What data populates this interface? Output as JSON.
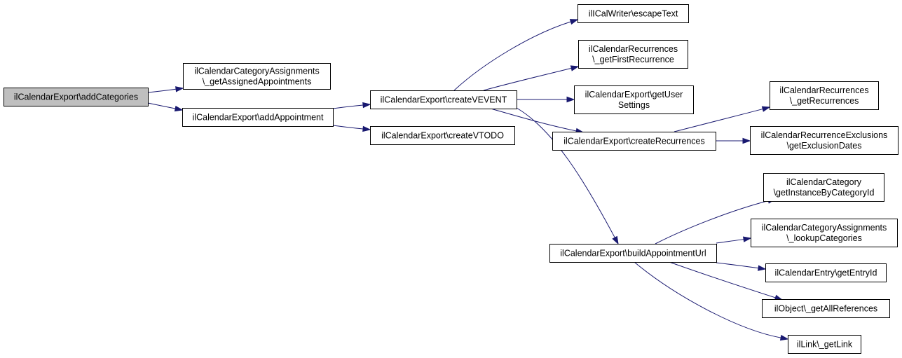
{
  "colors": {
    "edge": "#191970",
    "node_fill": "#ffffff",
    "root_fill": "#bfbfbf",
    "node_border": "#000000"
  },
  "nodes": [
    {
      "id": "n0",
      "lines": [
        "ilCalendarExport\\addCategories"
      ],
      "root": true
    },
    {
      "id": "n1",
      "lines": [
        "ilCalendarCategoryAssignments",
        "\\_getAssignedAppointments"
      ]
    },
    {
      "id": "n2",
      "lines": [
        "ilCalendarExport\\addAppointment"
      ]
    },
    {
      "id": "n3",
      "lines": [
        "ilCalendarExport\\createVEVENT"
      ]
    },
    {
      "id": "n4",
      "lines": [
        "ilCalendarExport\\createVTODO"
      ]
    },
    {
      "id": "n5",
      "lines": [
        "ilICalWriter\\escapeText"
      ]
    },
    {
      "id": "n6",
      "lines": [
        "ilCalendarRecurrences",
        "\\_getFirstRecurrence"
      ]
    },
    {
      "id": "n7",
      "lines": [
        "ilCalendarExport\\getUser",
        "Settings"
      ]
    },
    {
      "id": "n8",
      "lines": [
        "ilCalendarExport\\createRecurrences"
      ]
    },
    {
      "id": "n9",
      "lines": [
        "ilCalendarExport\\buildAppointmentUrl"
      ]
    },
    {
      "id": "n10",
      "lines": [
        "ilCalendarRecurrences",
        "\\_getRecurrences"
      ]
    },
    {
      "id": "n11",
      "lines": [
        "ilCalendarRecurrenceExclusions",
        "\\getExclusionDates"
      ]
    },
    {
      "id": "n12",
      "lines": [
        "ilCalendarCategory",
        "\\getInstanceByCategoryId"
      ]
    },
    {
      "id": "n13",
      "lines": [
        "ilCalendarCategoryAssignments",
        "\\_lookupCategories"
      ]
    },
    {
      "id": "n14",
      "lines": [
        "ilCalendarEntry\\getEntryId"
      ]
    },
    {
      "id": "n15",
      "lines": [
        "ilObject\\_getAllReferences"
      ]
    },
    {
      "id": "n16",
      "lines": [
        "ilLink\\_getLink"
      ]
    }
  ],
  "edges": [
    {
      "from": "n0",
      "to": "n1"
    },
    {
      "from": "n0",
      "to": "n2"
    },
    {
      "from": "n2",
      "to": "n3"
    },
    {
      "from": "n2",
      "to": "n4"
    },
    {
      "from": "n3",
      "to": "n5"
    },
    {
      "from": "n3",
      "to": "n6"
    },
    {
      "from": "n3",
      "to": "n7"
    },
    {
      "from": "n3",
      "to": "n8"
    },
    {
      "from": "n3",
      "to": "n9"
    },
    {
      "from": "n8",
      "to": "n10"
    },
    {
      "from": "n8",
      "to": "n11"
    },
    {
      "from": "n9",
      "to": "n12"
    },
    {
      "from": "n9",
      "to": "n13"
    },
    {
      "from": "n9",
      "to": "n14"
    },
    {
      "from": "n9",
      "to": "n15"
    },
    {
      "from": "n9",
      "to": "n16"
    }
  ]
}
